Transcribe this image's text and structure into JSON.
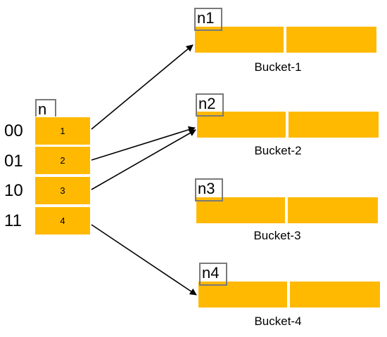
{
  "colors": {
    "cell_fill": "#FFB900",
    "tag_border": "#7a7a7a",
    "arrow": "#000000"
  },
  "directory": {
    "depth_label": "n",
    "entries": [
      {
        "address": "00",
        "value": "1"
      },
      {
        "address": "01",
        "value": "2"
      },
      {
        "address": "10",
        "value": "3"
      },
      {
        "address": "11",
        "value": "4"
      }
    ]
  },
  "buckets": [
    {
      "depth_label": "n1",
      "name": "Bucket-1"
    },
    {
      "depth_label": "n2",
      "name": "Bucket-2"
    },
    {
      "depth_label": "n3",
      "name": "Bucket-3"
    },
    {
      "depth_label": "n4",
      "name": "Bucket-4"
    }
  ],
  "pointers": [
    {
      "from_entry": 0,
      "to_bucket": 0
    },
    {
      "from_entry": 1,
      "to_bucket": 1
    },
    {
      "from_entry": 2,
      "to_bucket": 1
    },
    {
      "from_entry": 3,
      "to_bucket": 3
    }
  ]
}
